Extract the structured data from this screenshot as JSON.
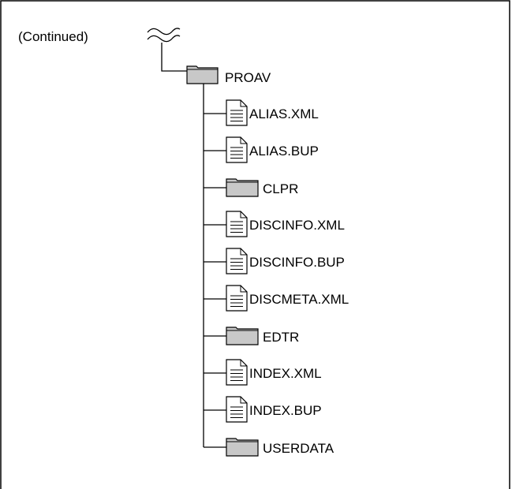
{
  "continued_label": "(Continued)",
  "root": {
    "name": "PROAV",
    "type": "folder"
  },
  "children": [
    {
      "name": "ALIAS.XML",
      "type": "file"
    },
    {
      "name": "ALIAS.BUP",
      "type": "file"
    },
    {
      "name": "CLPR",
      "type": "folder"
    },
    {
      "name": "DISCINFO.XML",
      "type": "file"
    },
    {
      "name": "DISCINFO.BUP",
      "type": "file"
    },
    {
      "name": "DISCMETA.XML",
      "type": "file"
    },
    {
      "name": "EDTR",
      "type": "folder"
    },
    {
      "name": "INDEX.XML",
      "type": "file"
    },
    {
      "name": "INDEX.BUP",
      "type": "file"
    },
    {
      "name": "USERDATA",
      "type": "folder"
    }
  ],
  "icons": {
    "folder": "folder-icon",
    "file": "document-icon",
    "break": "wavy-break-icon"
  },
  "colors": {
    "folder_fill": "#c8c8c8",
    "line": "#000000",
    "border": "#000000"
  }
}
